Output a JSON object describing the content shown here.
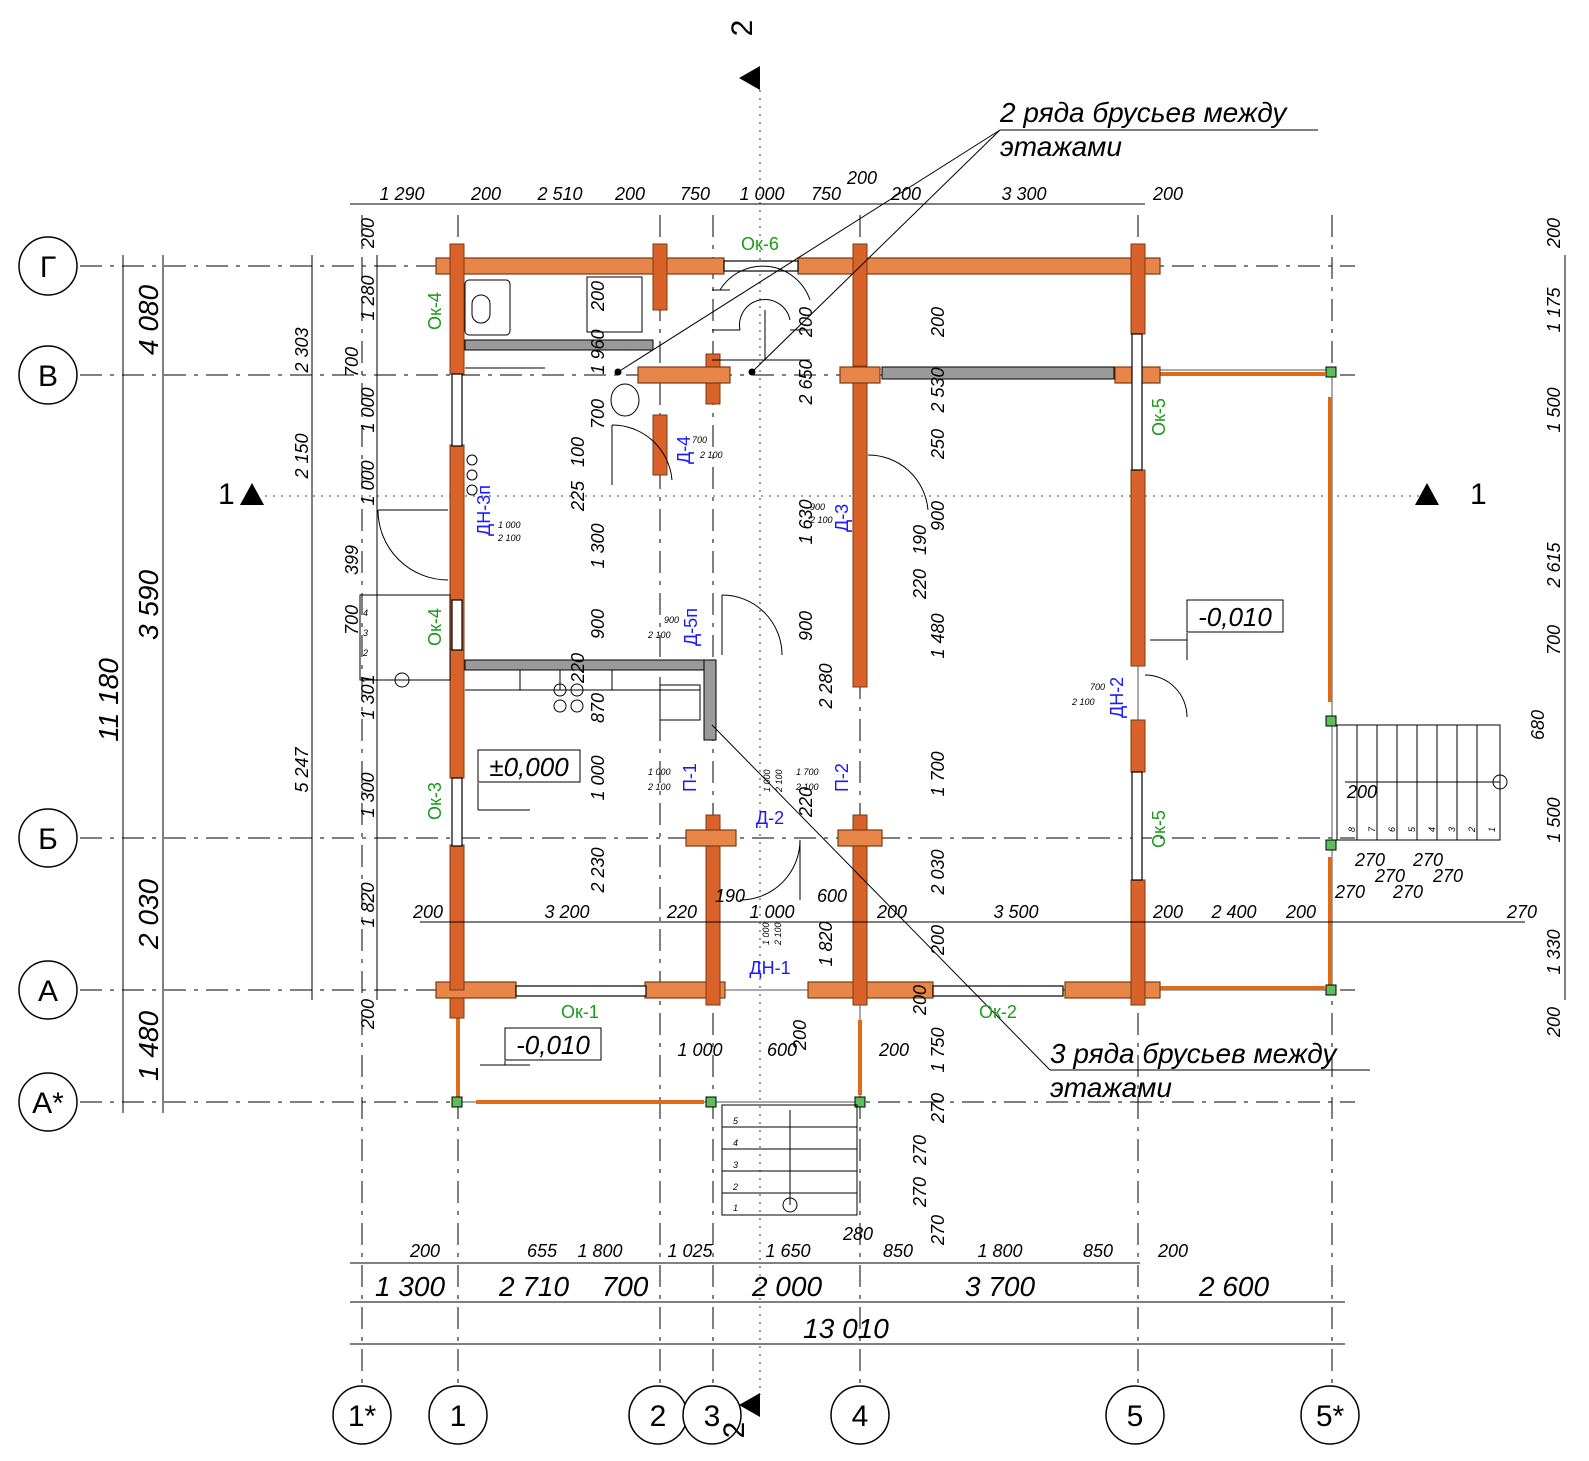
{
  "axes": {
    "rows": [
      {
        "id": "row-g",
        "label": "Г"
      },
      {
        "id": "row-v",
        "label": "В"
      },
      {
        "id": "row-b",
        "label": "Б"
      },
      {
        "id": "row-a",
        "label": "А"
      },
      {
        "id": "row-astar",
        "label": "А*"
      }
    ],
    "cols": [
      {
        "id": "col-1star",
        "label": "1*"
      },
      {
        "id": "col-1",
        "label": "1"
      },
      {
        "id": "col-2",
        "label": "2"
      },
      {
        "id": "col-3",
        "label": "3"
      },
      {
        "id": "col-4",
        "label": "4"
      },
      {
        "id": "col-5",
        "label": "5"
      },
      {
        "id": "col-5star",
        "label": "5*"
      }
    ]
  },
  "sections": {
    "s1_left": "1",
    "s1_right": "1",
    "s2_top": "2",
    "s2_bottom": "2"
  },
  "notes": {
    "top_line1": "2 ряда брусьев между",
    "top_line2": "этажами",
    "bottom_line1": "3 ряда брусьев между",
    "bottom_line2": "этажами"
  },
  "levels": {
    "main": "±0,000",
    "porch": "-0,010",
    "terrace": "-0,010"
  },
  "windows": {
    "ok6": "Ок-6",
    "ok4a": "Ок-4",
    "ok4b": "Ок-4",
    "ok5a": "Ок-5",
    "ok5b": "Ок-5",
    "ok3": "Ок-3",
    "ok1": "Ок-1",
    "ok2": "Ок-2"
  },
  "doors": {
    "d4": "Д-4",
    "d3": "Д-3",
    "dn3p": "ДН-3п",
    "d5p": "Д-5п",
    "p1": "П-1",
    "p2": "П-2",
    "d2": "Д-2",
    "dn1": "ДН-1",
    "dn2": "ДН-2"
  },
  "door_sizes": {
    "d4_w": "700",
    "d4_h": "2 100",
    "d3_w": "900",
    "d3_h": "2 100",
    "dn3p_w": "1 000",
    "dn3p_h": "2 100",
    "d5p_w": "900",
    "d5p_h": "2 100",
    "p1_w": "1 000",
    "p1_h": "2 100",
    "p2_w": "1 700",
    "p2_h": "2 100",
    "d2_w": "1 000",
    "d2_h": "2 100",
    "dn1_w": "1 000",
    "dn1_h": "2 100",
    "dn2_w": "700",
    "dn2_h": "2 100"
  },
  "dims_top": {
    "a": "1 290",
    "b": "200",
    "c": "2 510",
    "d": "200",
    "e": "750",
    "f": "1 000",
    "g": "750",
    "h": "200",
    "i": "200",
    "j": "3 300",
    "k": "200"
  },
  "dims_bottom_chain": {
    "a": "200",
    "b": "655",
    "c": "1 800",
    "d": "1 025",
    "e": "1 650",
    "f": "280",
    "g": "850",
    "h": "1 800",
    "i": "850",
    "j": "200"
  },
  "dims_bottom_axes": {
    "a": "1 300",
    "b": "2 710",
    "c": "700",
    "d": "2 000",
    "e": "3 700",
    "f": "2 600",
    "total": "13 010"
  },
  "dims_left": {
    "total": "11 180",
    "g_v": "4 080",
    "v_b": "3 590",
    "b_a": "2 030",
    "a_astar": "1 480",
    "l2_a": "2 303",
    "l2_b": "2 150",
    "l2_c": "5 247",
    "l3_a": "200",
    "l3_b": "1 280",
    "l3_c": "700",
    "l3_d": "1 000",
    "l3_e": "1 000",
    "l3_f": "399",
    "l3_g": "700",
    "l3_h": "1 301",
    "l3_i": "1 300",
    "l3_j": "1 820",
    "l3_k": "200"
  },
  "dims_right": {
    "a": "200",
    "b": "1 175",
    "c": "1 500",
    "d": "2 615",
    "e": "700",
    "f": "680",
    "g": "1 500",
    "h": "1 330",
    "i": "200"
  },
  "dims_interior": {
    "r1_a": "200",
    "r1_b": "3 200",
    "r1_c": "220",
    "r1_d": "1 000",
    "r1_e": "600",
    "r1_f": "200",
    "r1_g": "3 500",
    "r1_h": "200",
    "r1_i": "2 400",
    "r1_j": "200",
    "r1_k": "270",
    "v1": "200",
    "v2": "1 960",
    "v3": "100",
    "v4": "700",
    "v5": "225",
    "v6": "1 300",
    "v7": "900",
    "v8": "220",
    "v9": "870",
    "v10": "1 000",
    "v11": "2 230",
    "v12": "200",
    "v13": "2 650",
    "v14": "1 630",
    "v15": "900",
    "v16": "2 280",
    "v17": "220",
    "v18": "1 820",
    "v19": "200",
    "v20": "2 530",
    "v21": "250",
    "v22": "900",
    "v23": "190",
    "v24": "220",
    "v25": "1 480",
    "v26": "1 700",
    "v27": "2 030",
    "v28": "200",
    "v29": "200",
    "v30": "1 750",
    "v31": "270",
    "v32": "270",
    "v33": "270",
    "v34": "270",
    "p_a": "1 000",
    "p_b": "600",
    "p_c": "200",
    "p_d": "190",
    "p_e": "200",
    "st_a": "270",
    "st_b": "270",
    "st_c": "270",
    "st_d": "270",
    "st_e": "270",
    "st_f": "270",
    "st_g": "200"
  },
  "stairs_front": [
    "5",
    "4",
    "3",
    "2",
    "1"
  ],
  "stairs_side": [
    "8",
    "7",
    "6",
    "5",
    "4",
    "3",
    "2",
    "1"
  ],
  "stairs_left": [
    "4",
    "3",
    "2"
  ]
}
